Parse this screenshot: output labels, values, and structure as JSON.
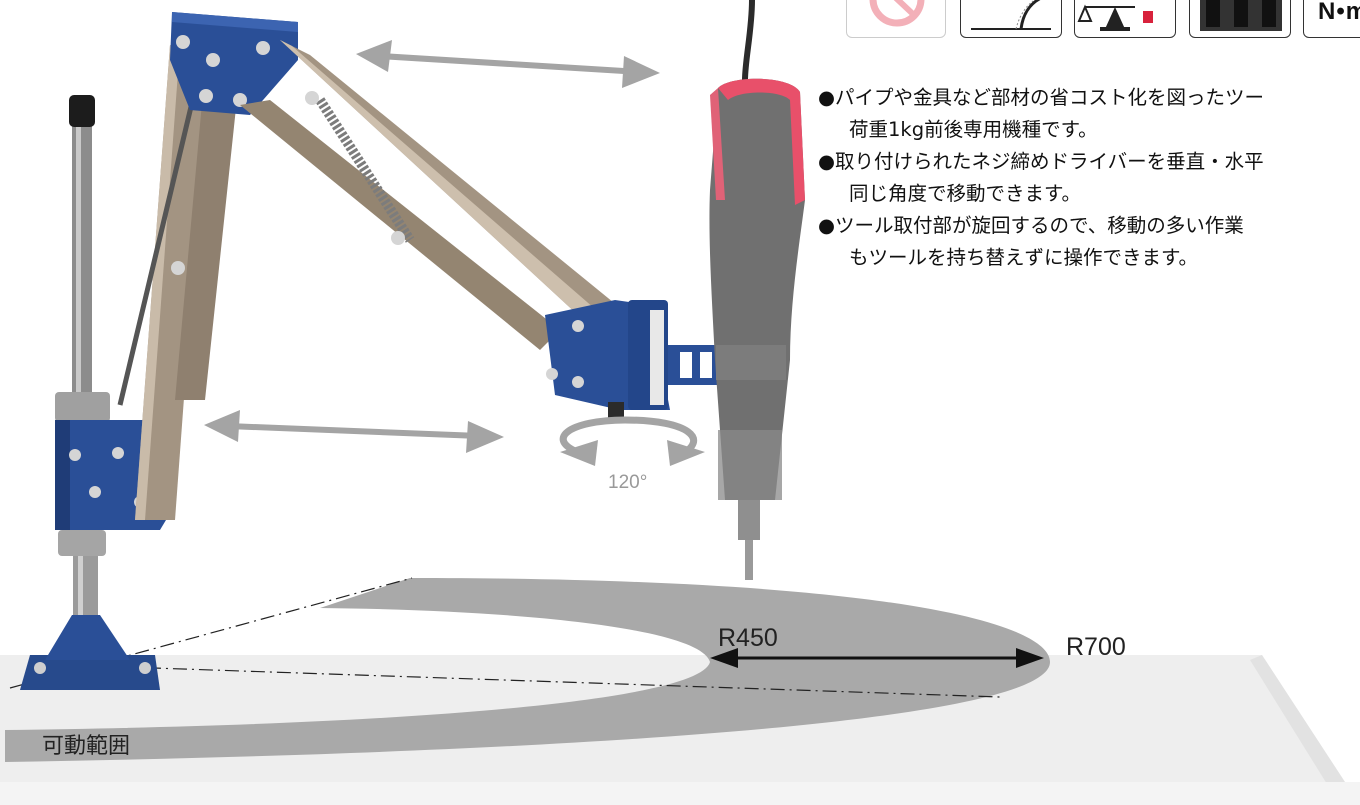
{
  "icons": {
    "last_icon_text": "N•m"
  },
  "features": [
    {
      "line1": "●パイプや金具など部材の省コスト化を図ったツー",
      "line2": "荷重1kg前後専用機種です。"
    },
    {
      "line1": "●取り付けられたネジ締めドライバーを垂直・水平",
      "line2": "同じ角度で移動できます。"
    },
    {
      "line1": "●ツール取付部が旋回するので、移動の多い作業",
      "line2": "もツールを持ち替えずに操作できます。"
    }
  ],
  "diagram": {
    "rotation_label": "120°",
    "inner_radius_label": "R450",
    "outer_radius_label": "R700",
    "range_label": "可動範囲"
  },
  "colors": {
    "arm_blue": "#2a4f97",
    "steel": "#a39482",
    "arrow_gray": "#a4a4a4",
    "range_gray": "#a9a9a9",
    "tool_red": "#e8506a",
    "tool_gray": "#6e6e6e"
  }
}
